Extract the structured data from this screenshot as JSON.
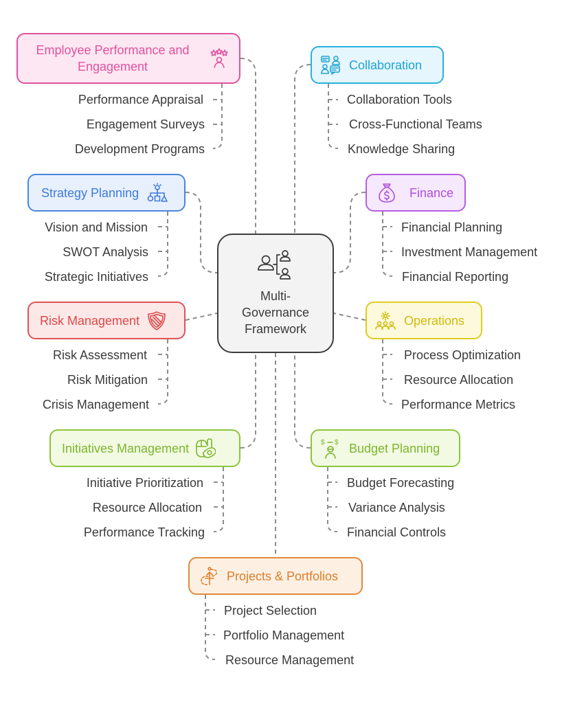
{
  "center": {
    "title": "Multi-Governance Framework",
    "title_lines": [
      "Multi-",
      "Governance",
      "Framework"
    ],
    "icon": "org-hierarchy-icon"
  },
  "colors": {
    "employee": {
      "border": "#e0529c",
      "fill": "#fde7f3",
      "text": "#e0529c"
    },
    "collaboration": {
      "border": "#2ab0de",
      "fill": "#e5f6fd",
      "text": "#1fa3d4"
    },
    "strategy": {
      "border": "#4a86e0",
      "fill": "#e8f0fd",
      "text": "#3d7bdc"
    },
    "finance": {
      "border": "#b65ee0",
      "fill": "#f6e8fd",
      "text": "#ad4fdc"
    },
    "risk": {
      "border": "#e05252",
      "fill": "#fde8e8",
      "text": "#dd4848"
    },
    "operations": {
      "border": "#e0cc1f",
      "fill": "#fdf9dc",
      "text": "#cfba10"
    },
    "initiatives": {
      "border": "#8cc43c",
      "fill": "#f2fae3",
      "text": "#7db52e"
    },
    "budget": {
      "border": "#8cc43c",
      "fill": "#f2fae3",
      "text": "#7db52e"
    },
    "projects": {
      "border": "#e08a3a",
      "fill": "#fdf0e3",
      "text": "#dc7e2a"
    },
    "connector": "#8c8c8c"
  },
  "branches": {
    "employee": {
      "label_lines": [
        "Employee Performance and",
        "Engagement"
      ],
      "label": "Employee Performance and Engagement",
      "icon": "star-person-icon",
      "items": [
        "Performance Appraisal",
        "Engagement Surveys",
        "Development Programs"
      ]
    },
    "collaboration": {
      "label": "Collaboration",
      "icon": "chat-people-icon",
      "items": [
        "Collaboration Tools",
        "Cross-Functional Teams",
        "Knowledge Sharing"
      ]
    },
    "strategy": {
      "label": "Strategy Planning",
      "icon": "idea-structure-icon",
      "items": [
        "Vision and Mission",
        "SWOT Analysis",
        "Strategic Initiatives"
      ]
    },
    "finance": {
      "label": "Finance",
      "icon": "money-bag-icon",
      "items": [
        "Financial Planning",
        "Investment Management",
        "Financial Reporting"
      ]
    },
    "risk": {
      "label": "Risk Management",
      "icon": "shield-icon",
      "items": [
        "Risk Assessment",
        "Risk Mitigation",
        "Crisis Management"
      ]
    },
    "operations": {
      "label": "Operations",
      "icon": "gear-team-icon",
      "items": [
        "Process Optimization",
        "Resource Allocation",
        "Performance Metrics"
      ]
    },
    "initiatives": {
      "label": "Initiatives Management",
      "icon": "mouse-eye-icon",
      "items": [
        "Initiative Prioritization",
        "Resource Allocation",
        "Performance Tracking"
      ]
    },
    "budget": {
      "label": "Budget Planning",
      "icon": "dollar-person-icon",
      "items": [
        "Budget Forecasting",
        "Variance Analysis",
        "Financial Controls"
      ]
    },
    "projects": {
      "label": "Projects & Portfolios",
      "icon": "path-arrow-icon",
      "items": [
        "Project Selection",
        "Portfolio Management",
        "Resource Management"
      ]
    }
  }
}
